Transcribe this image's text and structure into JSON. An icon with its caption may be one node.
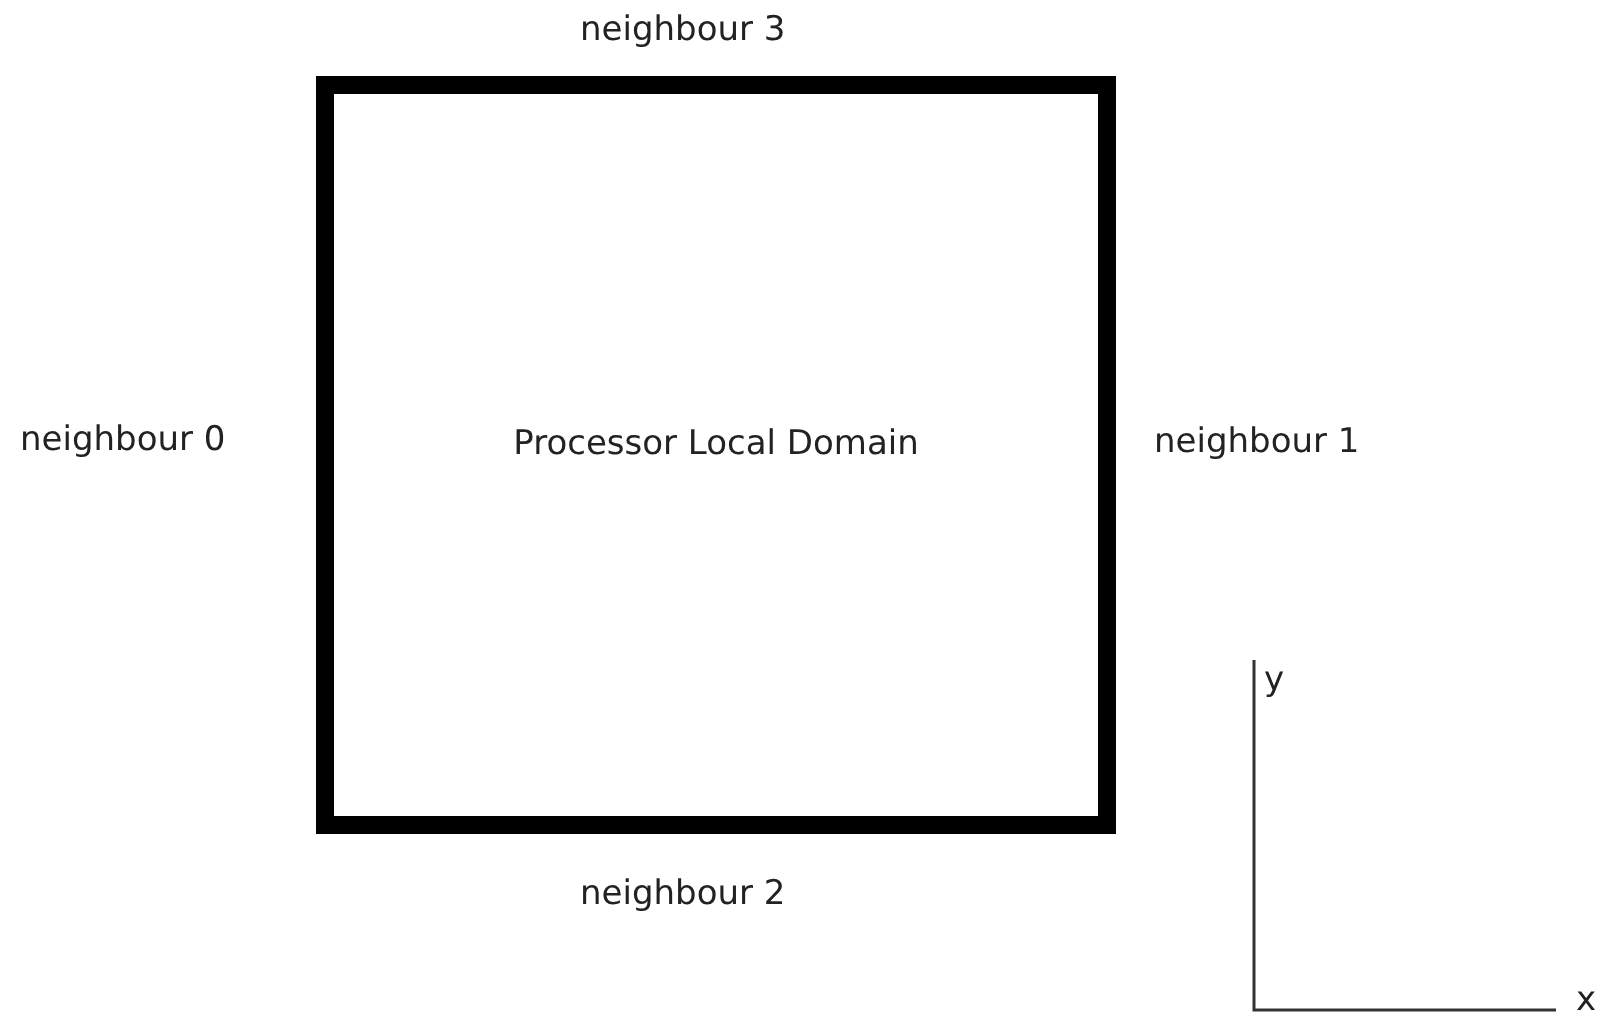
{
  "diagram": {
    "nodes": [
      {
        "text": [
          "Processor Local Domain"
        ]
      }
    ],
    "labels": [
      "neighbour 3",
      "neighbour 0",
      "neighbour 1",
      "y",
      "neighbour 2",
      "x"
    ]
  }
}
